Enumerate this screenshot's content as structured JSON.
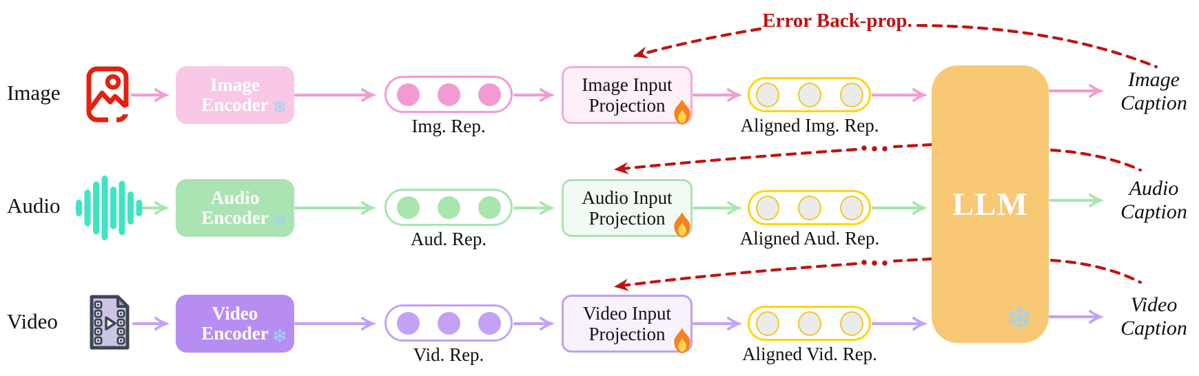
{
  "figure": {
    "error_backprop_label": "Error Back-prop.",
    "llm_label": "LLM",
    "snowflake_glyph": "❄",
    "rows": [
      {
        "modality": "Image",
        "encoder_line1": "Image",
        "encoder_line2": "Encoder",
        "rep_label": "Img. Rep.",
        "projection_line1": "Image Input",
        "projection_line2": "Projection",
        "aligned_label": "Aligned Img. Rep.",
        "caption_line1": "Image",
        "caption_line2": "Caption",
        "accent_color": "#F29BD3",
        "encoder_fill": "#F8C8E6"
      },
      {
        "modality": "Audio",
        "encoder_line1": "Audio",
        "encoder_line2": "Encoder",
        "rep_label": "Aud. Rep.",
        "projection_line1": "Audio Input",
        "projection_line2": "Projection",
        "aligned_label": "Aligned Aud. Rep.",
        "caption_line1": "Audio",
        "caption_line2": "Caption",
        "accent_color": "#A8E5AF",
        "encoder_fill": "#ABE3B2"
      },
      {
        "modality": "Video",
        "encoder_line1": "Video",
        "encoder_line2": "Encoder",
        "rep_label": "Vid. Rep.",
        "projection_line1": "Video Input",
        "projection_line2": "Projection",
        "aligned_label": "Aligned Vid. Rep.",
        "caption_line1": "Video",
        "caption_line2": "Caption",
        "accent_color": "#C3A2F6",
        "encoder_fill": "#B78DF2"
      }
    ],
    "colors": {
      "gold_token_border": "#FFD60B",
      "token_gray": "#EBEBEB",
      "llm_fill": "#F8C875",
      "backprop_red": "#C11212",
      "image_icon_red": "#E3210E",
      "audio_icon_teal": "#3FE5C2",
      "video_icon_dark": "#3E4553",
      "snowflake_blue": "#9ED4F2"
    }
  }
}
